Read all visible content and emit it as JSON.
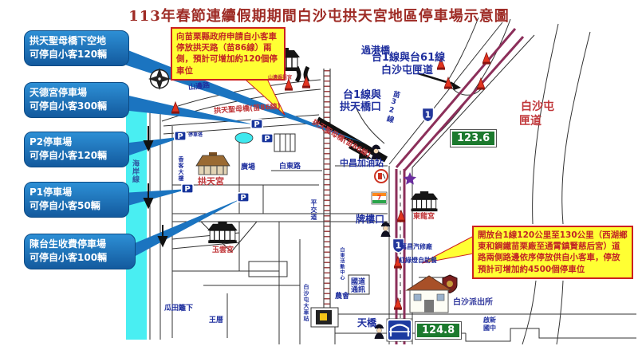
{
  "title": "113年春節連續假期期間白沙屯拱天宮地區停車場示意圖",
  "callouts": {
    "boxes": [
      {
        "line1": "拱天聖母橋下空地",
        "line2": "可停自小客120輛"
      },
      {
        "line1": "天德宮停車場",
        "line2": "可停自小客300輛"
      },
      {
        "line1": "P2停車場",
        "line2": "可停自小客120輛"
      },
      {
        "line1": "P1停車場",
        "line2": "可停自小客50輛"
      },
      {
        "line1": "陳台生收費停車場",
        "line2": "可停自小客100輛"
      }
    ],
    "note_top": "向苗栗縣政府申請自小客車停放拱天路（苗86線）兩側，預計可增加約120個停車位",
    "note_right": "開放台1線120公里至130公里（西湖鄉東和鋼鐵苗栗廠至通霄鎮賢慈后宮）道路兩側路邊依序停放供自小客車，停放預計可增加約4500個停車位"
  },
  "labels": {
    "guogang_bridge": "過港橋",
    "shanbian_road": "山邊路",
    "shanbian_temple": "山邊媽祖宮",
    "gongtian_bridge": "拱天聖母橋(苗86線)",
    "tai1_61_l1": "台1線與台61線",
    "tai1_61_l2": "白沙屯匣道",
    "tai1_gongtian_l1": "台1線與",
    "tai1_gongtian_l2": "拱天橋口",
    "miao32": "苗32線",
    "ramp_l1": "白沙屯",
    "ramp_l2": "匣道",
    "coast": "海岸線",
    "hostel": "香客大樓",
    "gongtian_temple": "拱天宮",
    "parking_tower": "停車塔",
    "plaza": "廣場",
    "baidong_road": "白東路",
    "level_crossing": "平交道",
    "gas_station": "中昌加油站",
    "pailou": "牌樓口",
    "donglong_temple": "東龍宮",
    "wanchang": "萬昌汽修廠",
    "buffet": "紅綠燈自助餐",
    "guodao_l1": "國道",
    "guodao_l2": "通訊",
    "nonghui": "農會",
    "baidong_center": "白東活動中心",
    "yuyun_temple": "玉雲宮",
    "guatian": "瓜田籬下",
    "wangcuo": "王厝",
    "station": "白沙屯大車站",
    "footbridge": "天橋",
    "police_station": "白沙派出所",
    "qixin_l1": "啟新",
    "qixin_l2": "國中",
    "seven": "7"
  },
  "signs": {
    "highway_no": "1",
    "km_north": "123.6",
    "km_south": "124.8",
    "p": "P"
  },
  "colors": {
    "callout_blue": "#1b74c0",
    "label_blue": "#1f2f9e",
    "label_red": "#c03538",
    "note_yellow": "#ffff33",
    "km_green": "#1c7a2e",
    "road_maroon": "#8c2f5a",
    "coast_cyan": "#49eef2",
    "title_red": "#9e2b25"
  }
}
